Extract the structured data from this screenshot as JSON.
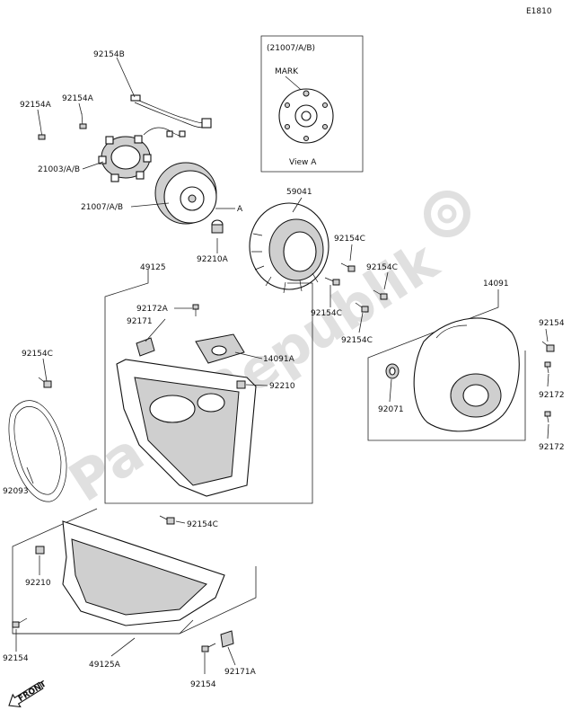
{
  "diagram_code": "E1810",
  "view_box": {
    "title": "(21007/A/B)",
    "mark": "MARK",
    "caption": "View A"
  },
  "watermark": "PartsRepublik",
  "front_label": "FRONT",
  "view_arrow_letter": "A",
  "labels": {
    "p92154B": "92154B",
    "p92154A_1": "92154A",
    "p92154A_2": "92154A",
    "p21003": "21003/A/B",
    "p21007": "21007/A/B",
    "p92210A": "92210A",
    "p59041": "59041",
    "p92154C_1": "92154C",
    "p92154C_2": "92154C",
    "p92154C_3": "92154C",
    "p92154C_4": "92154C",
    "p14091": "14091",
    "p92154_r": "92154",
    "p92172_1": "92172",
    "p92172_2": "92172",
    "p92071": "92071",
    "p49125": "49125",
    "p92172A": "92172A",
    "p92171": "92171",
    "p14091A": "14091A",
    "p92210_1": "92210",
    "p92154C_5": "92154C",
    "p92093": "92093",
    "p92154C_6": "92154C",
    "p92210_2": "92210",
    "p92154_b1": "92154",
    "p49125A": "49125A",
    "p92154_b2": "92154",
    "p92171A": "92171A"
  }
}
